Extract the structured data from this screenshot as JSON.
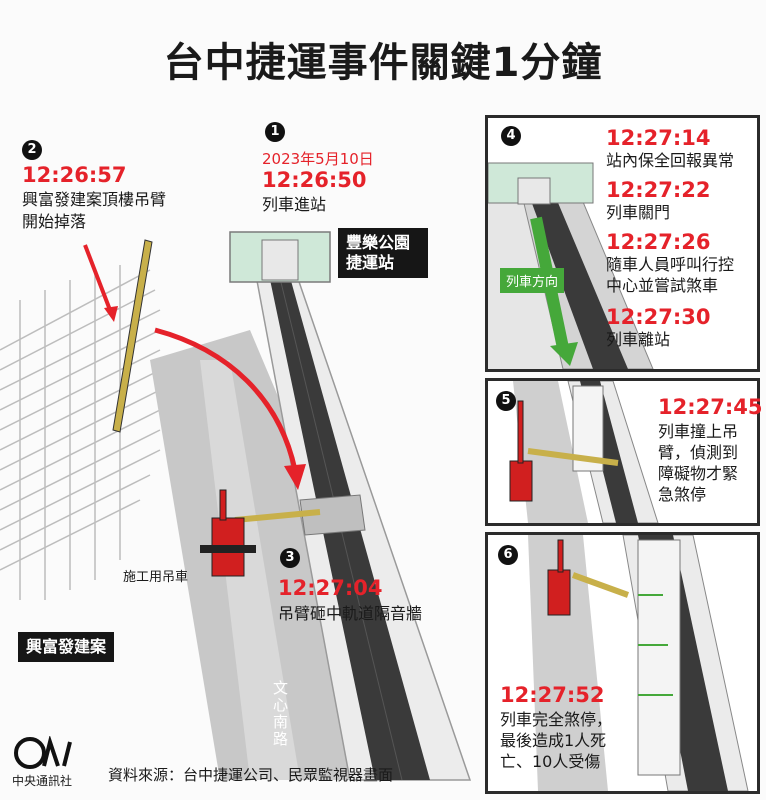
{
  "title": "台中捷運事件關鍵1分鐘",
  "events": [
    {
      "badge": "1",
      "date": "2023年5月10日",
      "time": "12:26:50",
      "desc": [
        "列車進站"
      ]
    },
    {
      "badge": "2",
      "time": "12:26:57",
      "desc": [
        "興富發建案頂樓吊臂",
        "開始掉落"
      ]
    },
    {
      "badge": "3",
      "time": "12:27:04",
      "desc": [
        "吊臂砸中軌道隔音牆"
      ]
    }
  ],
  "panel4": {
    "badge": "4",
    "items": [
      {
        "time": "12:27:14",
        "desc": "站內保全回報異常"
      },
      {
        "time": "12:27:22",
        "desc": "列車關門"
      },
      {
        "time": "12:27:26",
        "desc": [
          "隨車人員呼叫行控",
          "中心並嘗試煞車"
        ]
      },
      {
        "time": "12:27:30",
        "desc": "列車離站"
      }
    ],
    "direction_label": "列車方向"
  },
  "panel5": {
    "badge": "5",
    "time": "12:27:45",
    "desc": [
      "列車撞上吊",
      "臂，偵測到",
      "障礙物才緊",
      "急煞停"
    ]
  },
  "panel6": {
    "badge": "6",
    "time": "12:27:52",
    "desc": [
      "列車完全煞停，",
      "最後造成1人死",
      "亡、10人受傷"
    ]
  },
  "labels": {
    "station": [
      "豐樂公園",
      "捷運站"
    ],
    "crane": "施工用吊車",
    "building": "興富發建案",
    "road": "文心南路"
  },
  "footer": {
    "logo_text": "中央通訊社",
    "source": "資料來源：台中捷運公司、民眾監視器畫面"
  },
  "colors": {
    "accent_red": "#e5222a",
    "arrow_green": "#45a83a",
    "crane_red": "#d11f1f"
  }
}
